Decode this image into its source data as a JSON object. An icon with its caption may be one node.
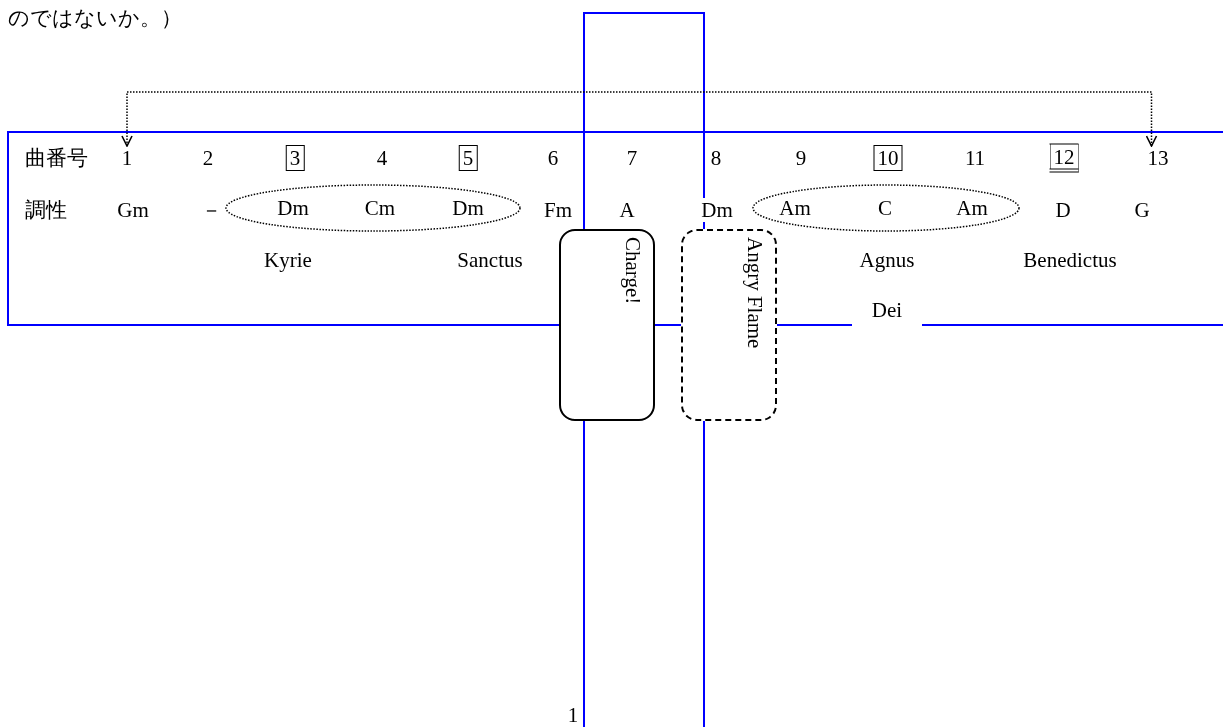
{
  "diagram": {
    "nodes": [
      {
        "text": [
          "1"
        ]
      },
      {
        "text": [
          "3"
        ]
      },
      {
        "text": [
          "5"
        ]
      },
      {
        "text": [
          "10"
        ]
      },
      {
        "text": [
          "12"
        ]
      },
      {
        "text": [
          "13"
        ]
      },
      {
        "text": [
          "Dm",
          "Cm",
          "Dm"
        ]
      },
      {
        "text": [
          "Am",
          "C",
          "Am"
        ]
      },
      {
        "text": [
          "Charge!"
        ]
      },
      {
        "text": [
          "Angry Flame"
        ]
      }
    ],
    "edges": [
      {
        "from": 0,
        "to": 5,
        "arrow": "both",
        "style": "dashed"
      }
    ],
    "labels": [
      "のではないか。）",
      "曲番号",
      "2",
      "4",
      "6",
      "7",
      "8",
      "9",
      "11",
      "調性",
      "Gm",
      "－",
      "Fm",
      "A",
      "Dm",
      "D",
      "G",
      "Kyrie",
      "Sanctus",
      "Agnus Dei",
      "Benedictus",
      "1"
    ]
  }
}
